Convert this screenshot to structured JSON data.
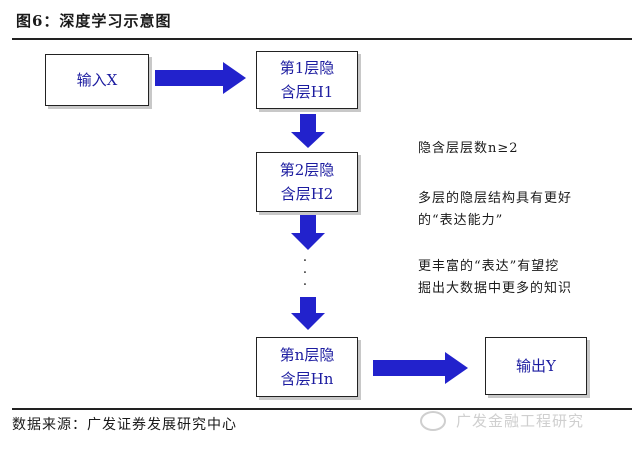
{
  "header": {
    "title": "图6：深度学习示意图"
  },
  "diagram": {
    "nodes": {
      "input": "输入X",
      "h1": [
        "第1层隐",
        "含层H1"
      ],
      "h2": [
        "第2层隐",
        "含层H2"
      ],
      "hn": [
        "第n层隐",
        "含层Hn"
      ],
      "output": "输出Y"
    },
    "ellipsis": "·\n·\n·",
    "notes": [
      [
        "隐含层层数n≥2"
      ],
      [
        "多层的隐层结构具有更好",
        "的“表达能力”"
      ],
      [
        "更丰富的“表达”有望挖",
        "掘出大数据中更多的知识"
      ]
    ],
    "colors": {
      "arrow": "#2222cc",
      "box_text": "#1c1ca0"
    }
  },
  "footer": {
    "source": "数据来源：广发证券发展研究中心",
    "watermark": "广发金融工程研究"
  }
}
